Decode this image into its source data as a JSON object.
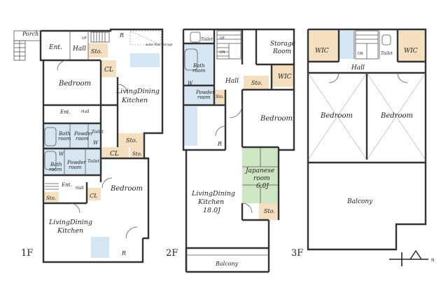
{
  "floors": {
    "f1": {
      "label": "1F",
      "rooms": {
        "porch": "Porch",
        "ent_top": "Ent.",
        "hall_top": "Hall",
        "sto_top": "Sto.",
        "r_top": "R",
        "cl_top": "CL",
        "bedroom_top": "Bedroom",
        "ldk_top_1": "LivingDining",
        "ldk_top_2": "Kitchen",
        "ent_mid": "Ent.",
        "hall_mid": "Hall",
        "bath_a_1": "Bath",
        "bath_a_2": "room",
        "powder_a_1": "Powder",
        "powder_a_2": "room",
        "w_a": "W",
        "toilet_a": "Toilet",
        "sto_right": "Sto.",
        "cl_mid": "CL",
        "sto_mid2": "Sto.",
        "bath_b_1": "Bath",
        "bath_b_2": "room",
        "powder_b_1": "Powder",
        "powder_b_2": "room",
        "w_b": "W",
        "toilet_b": "Toilet",
        "bedroom_right": "Bedroom",
        "ent_low": "Ent.",
        "hall_low": "Hall",
        "cl_low": "CL",
        "sto_low": "Sto.",
        "ldk_low_1": "LivingDining",
        "ldk_low_2": "Kitchen",
        "r_low": "R",
        "up": "UP",
        "water_heater": "water floor storage"
      }
    },
    "f2": {
      "label": "2F",
      "rooms": {
        "toilet": "Toilet",
        "up": "UP",
        "dn": "DN",
        "storage_1": "Storage",
        "storage_2": "Room",
        "bath_1": "Bath",
        "bath_2": "room",
        "hall": "Hall",
        "sto_a": "Sto.",
        "wic": "WIC",
        "w": "W",
        "powder_1": "Powder",
        "powder_2": "room",
        "sto_b": "Sto.",
        "bedroom": "Bedroom",
        "r": "R",
        "japanese_1": "Japanese",
        "japanese_2": "room",
        "japanese_3": "6.0J",
        "ldk_1": "LivingDining",
        "ldk_2": "Kitchen",
        "ldk_3": "18.0J",
        "sto_c": "Sto.",
        "balcony": "Balcony"
      }
    },
    "f3": {
      "label": "3F",
      "rooms": {
        "wic_left": "WIC",
        "wic_right": "WIC",
        "toilet": "Toilet",
        "dn": "DN",
        "hall": "Hall",
        "bedroom_left": "Bedroom",
        "bedroom_right": "Bedroom",
        "balcony": "Balcony"
      }
    }
  },
  "compass": {
    "label": "N"
  },
  "colors": {
    "closet": "#f4dfc0",
    "wet": "#d6e6f2",
    "tatami": "#cfe6c4",
    "wall": "#333333"
  }
}
